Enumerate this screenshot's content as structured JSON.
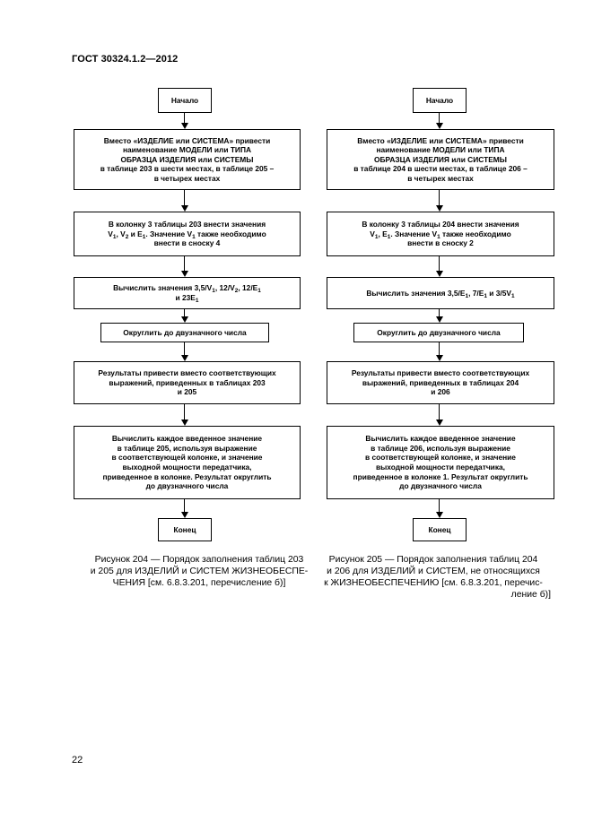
{
  "header": {
    "code": "ГОСТ 30324.1.2—2012"
  },
  "left": {
    "start": "Начало",
    "step1": [
      "Вместо «ИЗДЕЛИЕ или СИСТЕМА» привести",
      "наименование МОДЕЛИ или ТИПА",
      "ОБРАЗЦА ИЗДЕЛИЯ или СИСТЕМЫ",
      "в таблице 203 в шести местах, в таблице 205 –",
      "в четырех местах"
    ],
    "step2": {
      "line1": "В колонку 3 таблицы 203 внести значения",
      "line2_a": "V",
      "line2_b": "1",
      "line2_c": ", V",
      "line2_d": "2",
      "line2_e": " и E",
      "line2_f": "1",
      "line2_g": ". Значение V",
      "line2_h": "1",
      "line2_i": " также необходимо",
      "line3": "внести в сноску 4"
    },
    "step3": {
      "a": "Вычислить значения 3,5/V",
      "b": "1",
      "c": ", 12/V",
      "d": "2",
      "e": ", 12/E",
      "f": "1",
      "g": "и 23E",
      "h": "1"
    },
    "round": "Округлить до двузначного числа",
    "step5": [
      "Результаты привести вместо соответствующих",
      "выражений, приведенных в таблицах 203",
      "и 205"
    ],
    "step6": [
      "Вычислить каждое введенное значение",
      "в таблице 205, используя выражение",
      "в соответствующей колонке, и значение",
      "выходной мощности передатчика,",
      "приведенное в колонке. Результат округлить",
      "до двузначного числа"
    ],
    "end": "Конец",
    "caption": [
      "Рисунок 204 — Порядок заполнения таблиц 203",
      "и 205 для ИЗДЕЛИЙ и СИСТЕМ ЖИЗНЕОБЕСПЕ-",
      "ЧЕНИЯ [см. 6.8.3.201, перечисление б)]"
    ]
  },
  "right": {
    "start": "Начало",
    "step1": [
      "Вместо «ИЗДЕЛИЕ или СИСТЕМА» привести",
      "наименование МОДЕЛИ или ТИПА",
      "ОБРАЗЦА ИЗДЕЛИЯ или СИСТЕМЫ",
      "в таблице 204 в шести местах, в таблице 206 –",
      "в четырех местах"
    ],
    "step2": {
      "line1": "В колонку 3 таблицы 204 внести значения",
      "line2_a": "V",
      "line2_b": "1",
      "line2_c": ", E",
      "line2_d": "1",
      "line2_e": ". Значение V",
      "line2_f": "1",
      "line2_g": " также необходимо",
      "line3": "внести в сноску 2"
    },
    "step3": {
      "a": "Вычислить значения 3,5/E",
      "b": "1",
      "c": ", 7/E",
      "d": "1",
      "e": " и 3/5V",
      "f": "1"
    },
    "round": "Округлить до двузначного числа",
    "step5": [
      "Результаты привести вместо соответствующих",
      "выражений, приведенных в таблицах 204",
      "и 206"
    ],
    "step6": [
      "Вычислить каждое введенное значение",
      "в таблице 206, используя выражение",
      "в соответствующей колонке, и значение",
      "выходной мощности передатчика,",
      "приведенное в колонке 1. Результат округлить",
      "до двузначного числа"
    ],
    "end": "Конец",
    "caption": [
      "Рисунок 205 — Порядок заполнения таблиц 204",
      "и 206 для ИЗДЕЛИЙ и СИСТЕМ, не относящихся",
      "к ЖИЗНЕОБЕСПЕЧЕНИЮ [см. 6.8.3.201, перечис-",
      "ление б)]"
    ]
  },
  "page_number": "22"
}
